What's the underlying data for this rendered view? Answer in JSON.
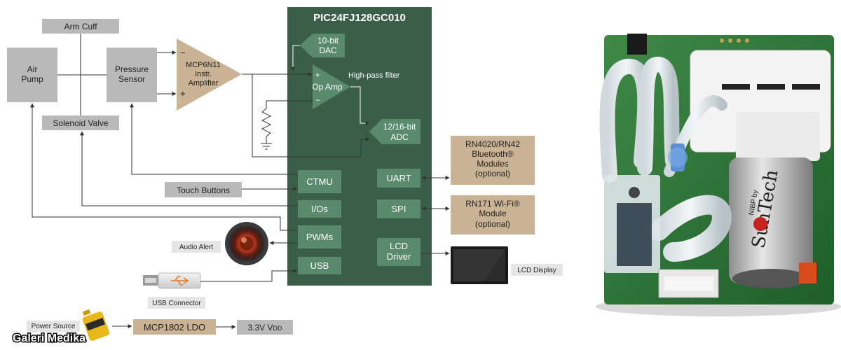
{
  "mcu": {
    "title": "PIC24FJ128GC010"
  },
  "blocks": {
    "arm_cuff": "Arm Cuff",
    "air_pump": [
      "Air",
      "Pump"
    ],
    "pressure_sensor": [
      "Pressure",
      "Sensor"
    ],
    "solenoid_valve": "Solenoid Valve",
    "amplifier": [
      "MCP6N11",
      "Instr.",
      "Amplifier"
    ],
    "amp_minus": "−",
    "amp_plus": "+",
    "dac": [
      "10-bit",
      "DAC"
    ],
    "opamp": [
      "Op Amp"
    ],
    "opamp_plus": "+",
    "opamp_minus": "−",
    "hpf": "High-pass filter",
    "adc": [
      "12/16-bit",
      "ADC"
    ],
    "ctmu": "CTMU",
    "ios": "I/Os",
    "pwms": "PWMs",
    "usb": "USB",
    "uart": "UART",
    "spi": "SPI",
    "lcd_driver": [
      "LCD",
      "Driver"
    ],
    "touch_buttons": "Touch Buttons",
    "bluetooth": [
      "RN4020/RN42",
      "Bluetooth®",
      "Modules",
      "(optional)"
    ],
    "wifi": [
      "RN171 Wi-Fi®",
      "Module",
      "(optional)"
    ],
    "audio_alert": "Audio Alert",
    "usb_connector": "USB Connector",
    "lcd_display": "LCD Display",
    "power_source": "Power Source",
    "ldo": "MCP1802 LDO",
    "vdd_main": "3.3V V",
    "vdd_sub": "DD"
  },
  "watermark": "Galeri Medika",
  "photo": {
    "brand": "SunTech",
    "small_text": "NIBP by"
  },
  "colors": {
    "mcu_bg": "#3b5e49",
    "peripheral": "#5a8a6c",
    "gray_box": "#b9b9b9",
    "tan": "#c9b394",
    "line": "#333333"
  }
}
